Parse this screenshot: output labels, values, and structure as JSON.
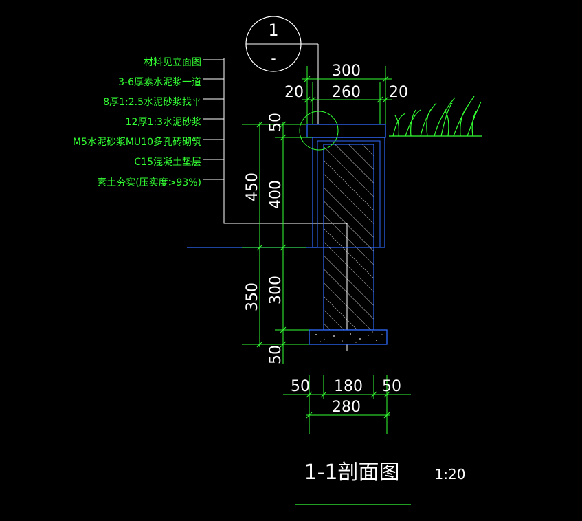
{
  "section_marker": {
    "number": "1",
    "sheet": "-"
  },
  "layer_notes": [
    "材料见立面图",
    "3-6厚素水泥浆一道",
    "8厚1:2.5水泥砂浆找平",
    "12厚1:3水泥砂浆",
    "M5水泥砂浆MU10多孔砖砌筑",
    "C15混凝土垫层",
    "素土夯实(压实度>93%)"
  ],
  "dimensions": {
    "top_total": "300",
    "top_left": "20",
    "top_mid": "260",
    "top_right": "20",
    "v_cap": "50",
    "v_upper_total": "450",
    "v_upper": "400",
    "v_lower_total": "350",
    "v_lower": "300",
    "v_base": "50",
    "bottom_left": "50",
    "bottom_mid": "180",
    "bottom_right": "50",
    "bottom_total": "280"
  },
  "title": {
    "text": "1-1剖面图",
    "scale": "1:20"
  },
  "colors": {
    "background": "#000000",
    "notes": "#33ff33",
    "structure": "#2f6bff",
    "hatch": "#ffffff",
    "dimension": "#33ff33",
    "text": "#ffffff"
  }
}
